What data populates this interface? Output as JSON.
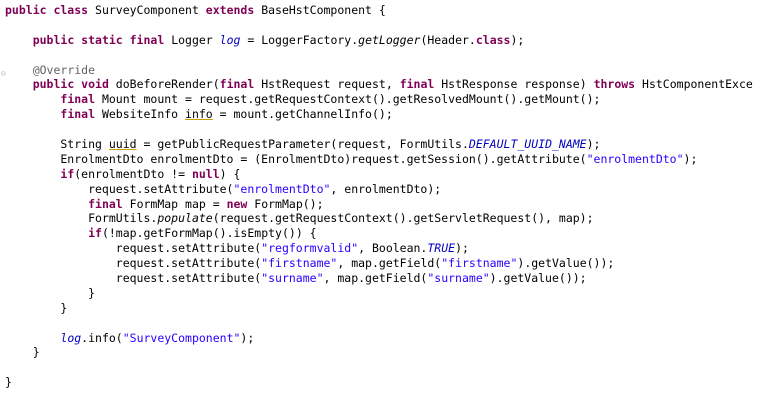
{
  "editor": {
    "lines": [
      [
        {
          "t": "public class",
          "c": "kw"
        },
        {
          "t": " SurveyComponent "
        },
        {
          "t": "extends",
          "c": "kw"
        },
        {
          "t": " BaseHstComponent {"
        }
      ],
      [],
      [
        {
          "t": "    "
        },
        {
          "t": "public static final",
          "c": "kw"
        },
        {
          "t": " Logger "
        },
        {
          "t": "log",
          "c": "field-static"
        },
        {
          "t": " = LoggerFactory."
        },
        {
          "t": "getLogger",
          "c": "static-method"
        },
        {
          "t": "(Header."
        },
        {
          "t": "class",
          "c": "kw"
        },
        {
          "t": ");"
        }
      ],
      [],
      [
        {
          "t": "    "
        },
        {
          "t": "@Override",
          "c": "ann"
        }
      ],
      [
        {
          "t": "    "
        },
        {
          "t": "public void",
          "c": "kw"
        },
        {
          "t": " doBeforeRender("
        },
        {
          "t": "final",
          "c": "kw"
        },
        {
          "t": " HstRequest request, "
        },
        {
          "t": "final",
          "c": "kw"
        },
        {
          "t": " HstResponse response) "
        },
        {
          "t": "throws",
          "c": "kw"
        },
        {
          "t": " HstComponentExce"
        }
      ],
      [
        {
          "t": "        "
        },
        {
          "t": "final",
          "c": "kw"
        },
        {
          "t": " Mount mount = request.getRequestContext().getResolvedMount().getMount();"
        }
      ],
      [
        {
          "t": "        "
        },
        {
          "t": "final",
          "c": "kw"
        },
        {
          "t": " WebsiteInfo "
        },
        {
          "t": "info",
          "c": "unused"
        },
        {
          "t": " = mount.getChannelInfo();"
        }
      ],
      [],
      [
        {
          "t": "        String "
        },
        {
          "t": "uuid",
          "c": "unused"
        },
        {
          "t": " = getPublicRequestParameter(request, FormUtils."
        },
        {
          "t": "DEFAULT_UUID_NAME",
          "c": "field-static"
        },
        {
          "t": ");"
        }
      ],
      [
        {
          "t": "        EnrolmentDto enrolmentDto = (EnrolmentDto)request.getSession().getAttribute("
        },
        {
          "t": "\"enrolmentDto\"",
          "c": "str"
        },
        {
          "t": ");"
        }
      ],
      [
        {
          "t": "        "
        },
        {
          "t": "if",
          "c": "kw"
        },
        {
          "t": "(enrolmentDto != "
        },
        {
          "t": "null",
          "c": "kw"
        },
        {
          "t": ") {"
        }
      ],
      [
        {
          "t": "            request.setAttribute("
        },
        {
          "t": "\"enrolmentDto\"",
          "c": "str"
        },
        {
          "t": ", enrolmentDto);"
        }
      ],
      [
        {
          "t": "            "
        },
        {
          "t": "final",
          "c": "kw"
        },
        {
          "t": " FormMap map = "
        },
        {
          "t": "new",
          "c": "kw"
        },
        {
          "t": " FormMap();"
        }
      ],
      [
        {
          "t": "            FormUtils."
        },
        {
          "t": "populate",
          "c": "static-method"
        },
        {
          "t": "(request.getRequestContext().getServletRequest(), map);"
        }
      ],
      [
        {
          "t": "            "
        },
        {
          "t": "if",
          "c": "kw"
        },
        {
          "t": "(!map.getFormMap().isEmpty()) {"
        }
      ],
      [
        {
          "t": "                request.setAttribute("
        },
        {
          "t": "\"regformvalid\"",
          "c": "str"
        },
        {
          "t": ", Boolean."
        },
        {
          "t": "TRUE",
          "c": "field-static"
        },
        {
          "t": ");"
        }
      ],
      [
        {
          "t": "                request.setAttribute("
        },
        {
          "t": "\"firstname\"",
          "c": "str"
        },
        {
          "t": ", map.getField("
        },
        {
          "t": "\"firstname\"",
          "c": "str"
        },
        {
          "t": ").getValue());"
        }
      ],
      [
        {
          "t": "                request.setAttribute("
        },
        {
          "t": "\"surname\"",
          "c": "str"
        },
        {
          "t": ", map.getField("
        },
        {
          "t": "\"surname\"",
          "c": "str"
        },
        {
          "t": ").getValue());"
        }
      ],
      [
        {
          "t": "            }"
        }
      ],
      [
        {
          "t": "        }"
        }
      ],
      [],
      [
        {
          "t": "        "
        },
        {
          "t": "log",
          "c": "field-static"
        },
        {
          "t": ".info("
        },
        {
          "t": "\"SurveyComponent\"",
          "c": "str"
        },
        {
          "t": ");"
        }
      ],
      [
        {
          "t": "    }"
        }
      ],
      [],
      [
        {
          "t": "}"
        }
      ]
    ]
  }
}
